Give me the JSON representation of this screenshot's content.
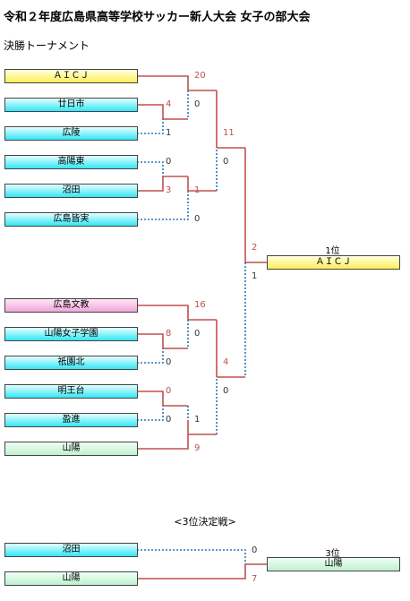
{
  "header": {
    "title": "令和２年度広島県高等学校サッカー新人大会 女子の部大会",
    "subtitle": "決勝トーナメント"
  },
  "teams": {
    "t1": "ＡＩＣＪ",
    "t2": "廿日市",
    "t3": "広陵",
    "t4": "高陽東",
    "t5": "沼田",
    "t6": "広島皆実",
    "t7": "広島文教",
    "t8": "山陽女子学園",
    "t9": "祇園北",
    "t10": "明王台",
    "t11": "盈進",
    "t12": "山陽"
  },
  "scores": {
    "r1_t2": "4",
    "r1_t3": "1",
    "r1_t4": "0",
    "r1_t5": "3",
    "r1_t8": "8",
    "r1_t9": "0",
    "r1_t10": "0",
    "r1_t11": "0",
    "qf_t1": "20",
    "qf_w23": "0",
    "qf_w45": "1",
    "qf_t6": "0",
    "qf_t7": "16",
    "qf_w89": "0",
    "qf_w1011": "1",
    "qf_t12": "9",
    "sf_top": "11",
    "sf_top2": "0",
    "sf_bot": "4",
    "sf_bot2": "0",
    "final_top": "2",
    "final_bot": "1",
    "third_a": "0",
    "third_b": "7"
  },
  "results": {
    "first_label": "1位",
    "first_team": "ＡＩＣＪ",
    "third_heading": "<3位決定戦>",
    "third_label": "3位",
    "third_team": "山陽",
    "third_left_a": "沼田",
    "third_left_b": "山陽"
  },
  "colors": {
    "winner_line": "#c0504d",
    "loser_line": "#2e75b6"
  }
}
